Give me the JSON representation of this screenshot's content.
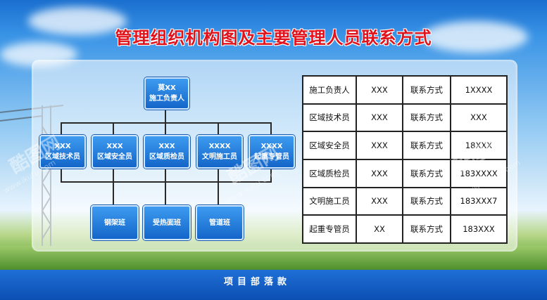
{
  "header": {
    "title": "管理组织机构图及主要管理人员联系方式"
  },
  "org_chart": {
    "top": {
      "name": "莫XX",
      "role": "施工负责人"
    },
    "managers": [
      {
        "name": "XXX",
        "role": "区域技术员"
      },
      {
        "name": "XXX",
        "role": "区域安全员"
      },
      {
        "name": "XXX",
        "role": "区域质检员"
      },
      {
        "name": "XXXX",
        "role": "文明施工员"
      },
      {
        "name": "XXXX",
        "role": "起重专管员"
      }
    ],
    "teams": [
      "钢架班",
      "受热面班",
      "管道班"
    ]
  },
  "contacts": {
    "rows": [
      {
        "role": "施工负责人",
        "name": "XXX",
        "label": "联系方式",
        "phone": "1XXXX"
      },
      {
        "role": "区域技术员",
        "name": "XXX",
        "label": "联系方式",
        "phone": "XXX"
      },
      {
        "role": "区域安全员",
        "name": "XXX",
        "label": "联系方式",
        "phone": "18XXX"
      },
      {
        "role": "区域质检员",
        "name": "XXX",
        "label": "联系方式",
        "phone": "183XXXX"
      },
      {
        "role": "文明施工员",
        "name": "XXX",
        "label": "联系方式",
        "phone": "183XXX7"
      },
      {
        "role": "起重专管员",
        "name": "XX",
        "label": "联系方式",
        "phone": "183XXX"
      }
    ]
  },
  "footer": {
    "text": "项目部落款"
  },
  "watermark": {
    "brand": "酷图网",
    "url": "www.ikutu.com"
  },
  "colors": {
    "title": "#e0121b",
    "box": "#1466c9",
    "footer": "#0c4fb3"
  }
}
